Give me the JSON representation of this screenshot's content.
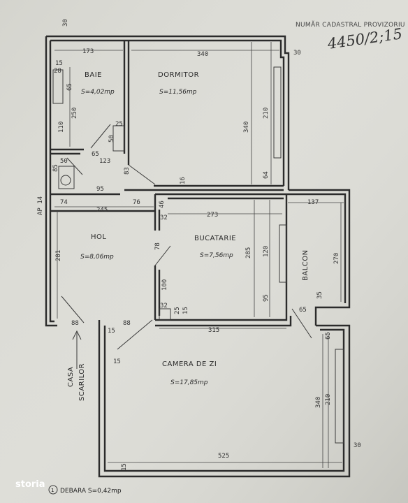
{
  "header": {
    "cadastral_label": "NUMĂR CADASTRAL PROVIZORIU",
    "cadastral_number": "4450/2;15"
  },
  "rooms": {
    "baie": {
      "name": "BAIE",
      "area": "S=4,02mp"
    },
    "dormitor": {
      "name": "DORMITOR",
      "area": "S=11,56mp"
    },
    "hol": {
      "name": "HOL",
      "area": "S=8,06mp"
    },
    "bucatarie": {
      "name": "BUCATARIE",
      "area": "S=7,56mp"
    },
    "balcon": {
      "name": "BALCON"
    },
    "camera_de_zi": {
      "name": "CAMERA DE ZI",
      "area": "S=17,85mp"
    },
    "casa_scarilor": {
      "line1": "CASA",
      "line2": "SCARILOR"
    },
    "debara": {
      "num": "1",
      "label": "DEBARA S=0,42mp"
    },
    "ap": "AP 14"
  },
  "dims": {
    "top_left": "30",
    "baie_w": "173",
    "dorm_w": "340",
    "right_30": "30",
    "b15": "15",
    "b28": "28",
    "b65": "65",
    "b250": "250",
    "b110": "110",
    "b25": "25",
    "b50": "50",
    "b65b": "65",
    "b123": "123",
    "b50b": "50",
    "b85": "85",
    "b83": "83",
    "d340v": "340",
    "d210": "210",
    "d64": "64",
    "d16": "16",
    "h95": "95",
    "h74": "74",
    "h76": "76",
    "h46": "46",
    "h245": "245",
    "k273": "273",
    "h32": "32",
    "bal137": "137",
    "h281": "281",
    "h78": "78",
    "k285": "285",
    "k120": "120",
    "k95": "95",
    "k100": "100",
    "k32": "32",
    "k25": "25",
    "k15": "15",
    "bal270": "270",
    "bal35": "35",
    "bal65": "65",
    "h88a": "88",
    "h88b": "88",
    "c15a": "15",
    "c315": "315",
    "c65": "65",
    "c15b": "15",
    "c340": "340",
    "c210": "210",
    "c525": "525",
    "c15c": "15",
    "c30": "30"
  },
  "watermark": "storia"
}
